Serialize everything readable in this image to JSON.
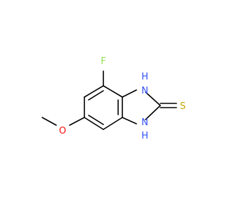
{
  "molecule": {
    "atoms": {
      "fluorine": {
        "label": "F",
        "color": "#90e050"
      },
      "nh_top": {
        "label": "H",
        "n_label": "N",
        "color": "#3050f8"
      },
      "nh_bottom": {
        "label": "H",
        "n_label": "N",
        "color": "#3050f8"
      },
      "sulfur": {
        "label": "S",
        "color": "#c6a500"
      },
      "oxygen": {
        "label": "O",
        "color": "#ff0d0d"
      }
    },
    "bond_color": "#000000"
  }
}
